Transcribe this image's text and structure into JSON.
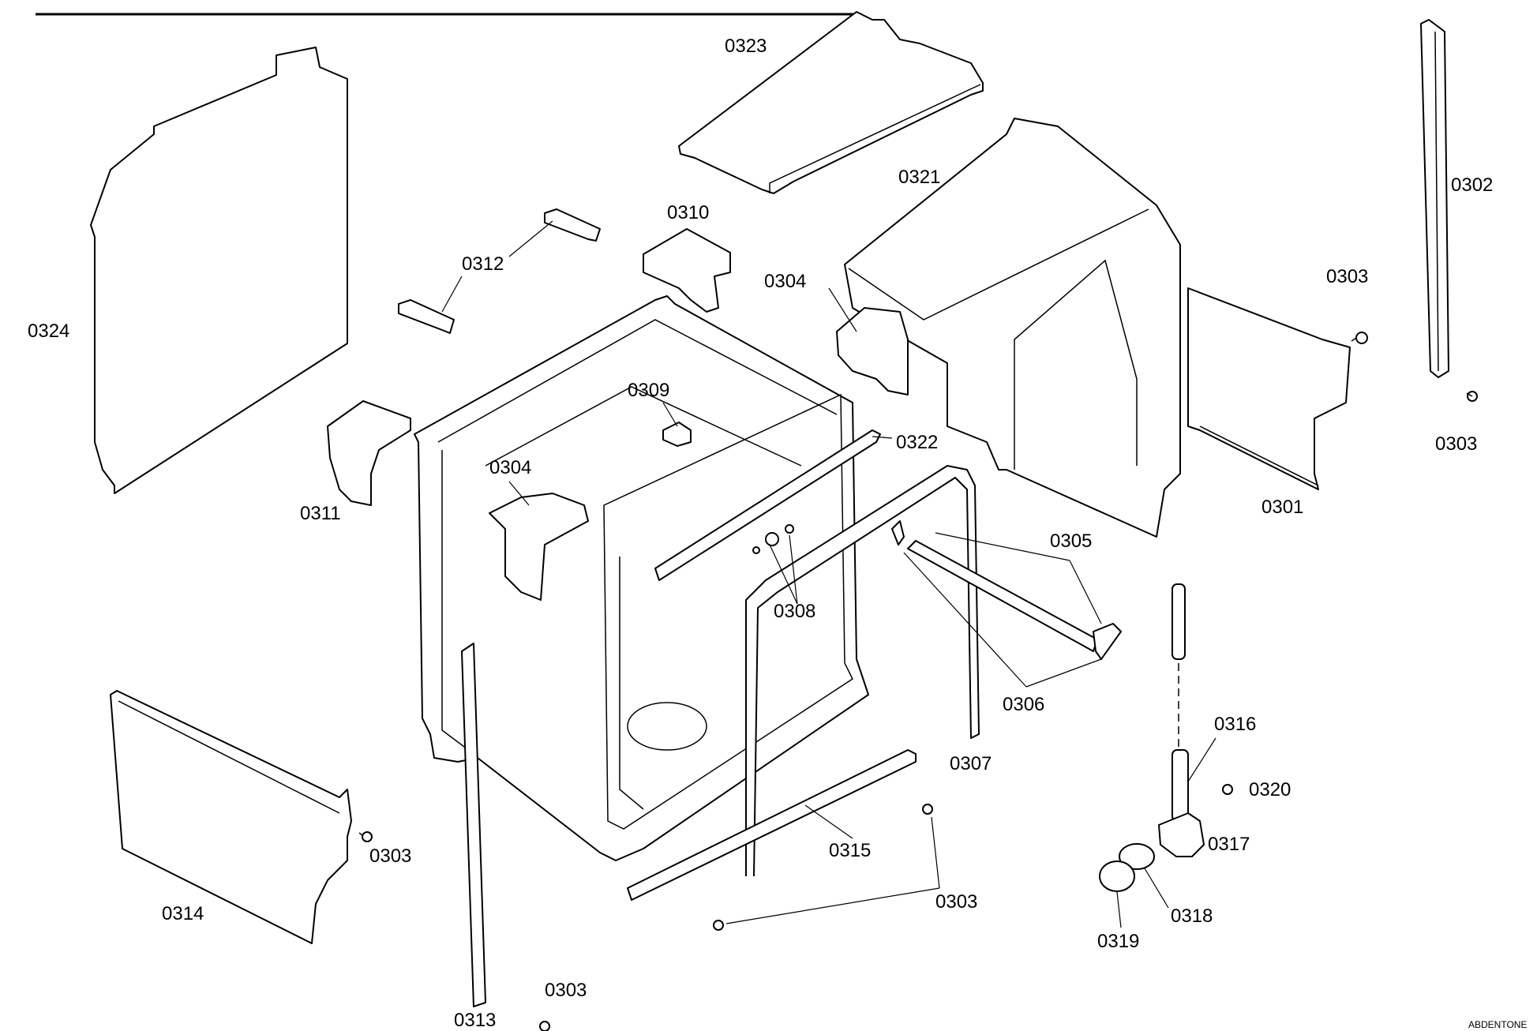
{
  "diagram": {
    "labels": {
      "l0302": "0302",
      "l0303a": "0303",
      "l0303b": "0303",
      "l0303c": "0303",
      "l0303d": "0303",
      "l0303e": "0303",
      "l0301": "0301",
      "l0304a": "0304",
      "l0304b": "0304",
      "l0305": "0305",
      "l0306": "0306",
      "l0307": "0307",
      "l0308": "0308",
      "l0309": "0309",
      "l0310": "0310",
      "l0311": "0311",
      "l0312": "0312",
      "l0313": "0313",
      "l0314": "0314",
      "l0315": "0315",
      "l0316": "0316",
      "l0317": "0317",
      "l0318": "0318",
      "l0319": "0319",
      "l0320": "0320",
      "l0321": "0321",
      "l0322": "0322",
      "l0323": "0323",
      "l0324": "0324"
    },
    "corner_text": "ABDENTONE"
  }
}
